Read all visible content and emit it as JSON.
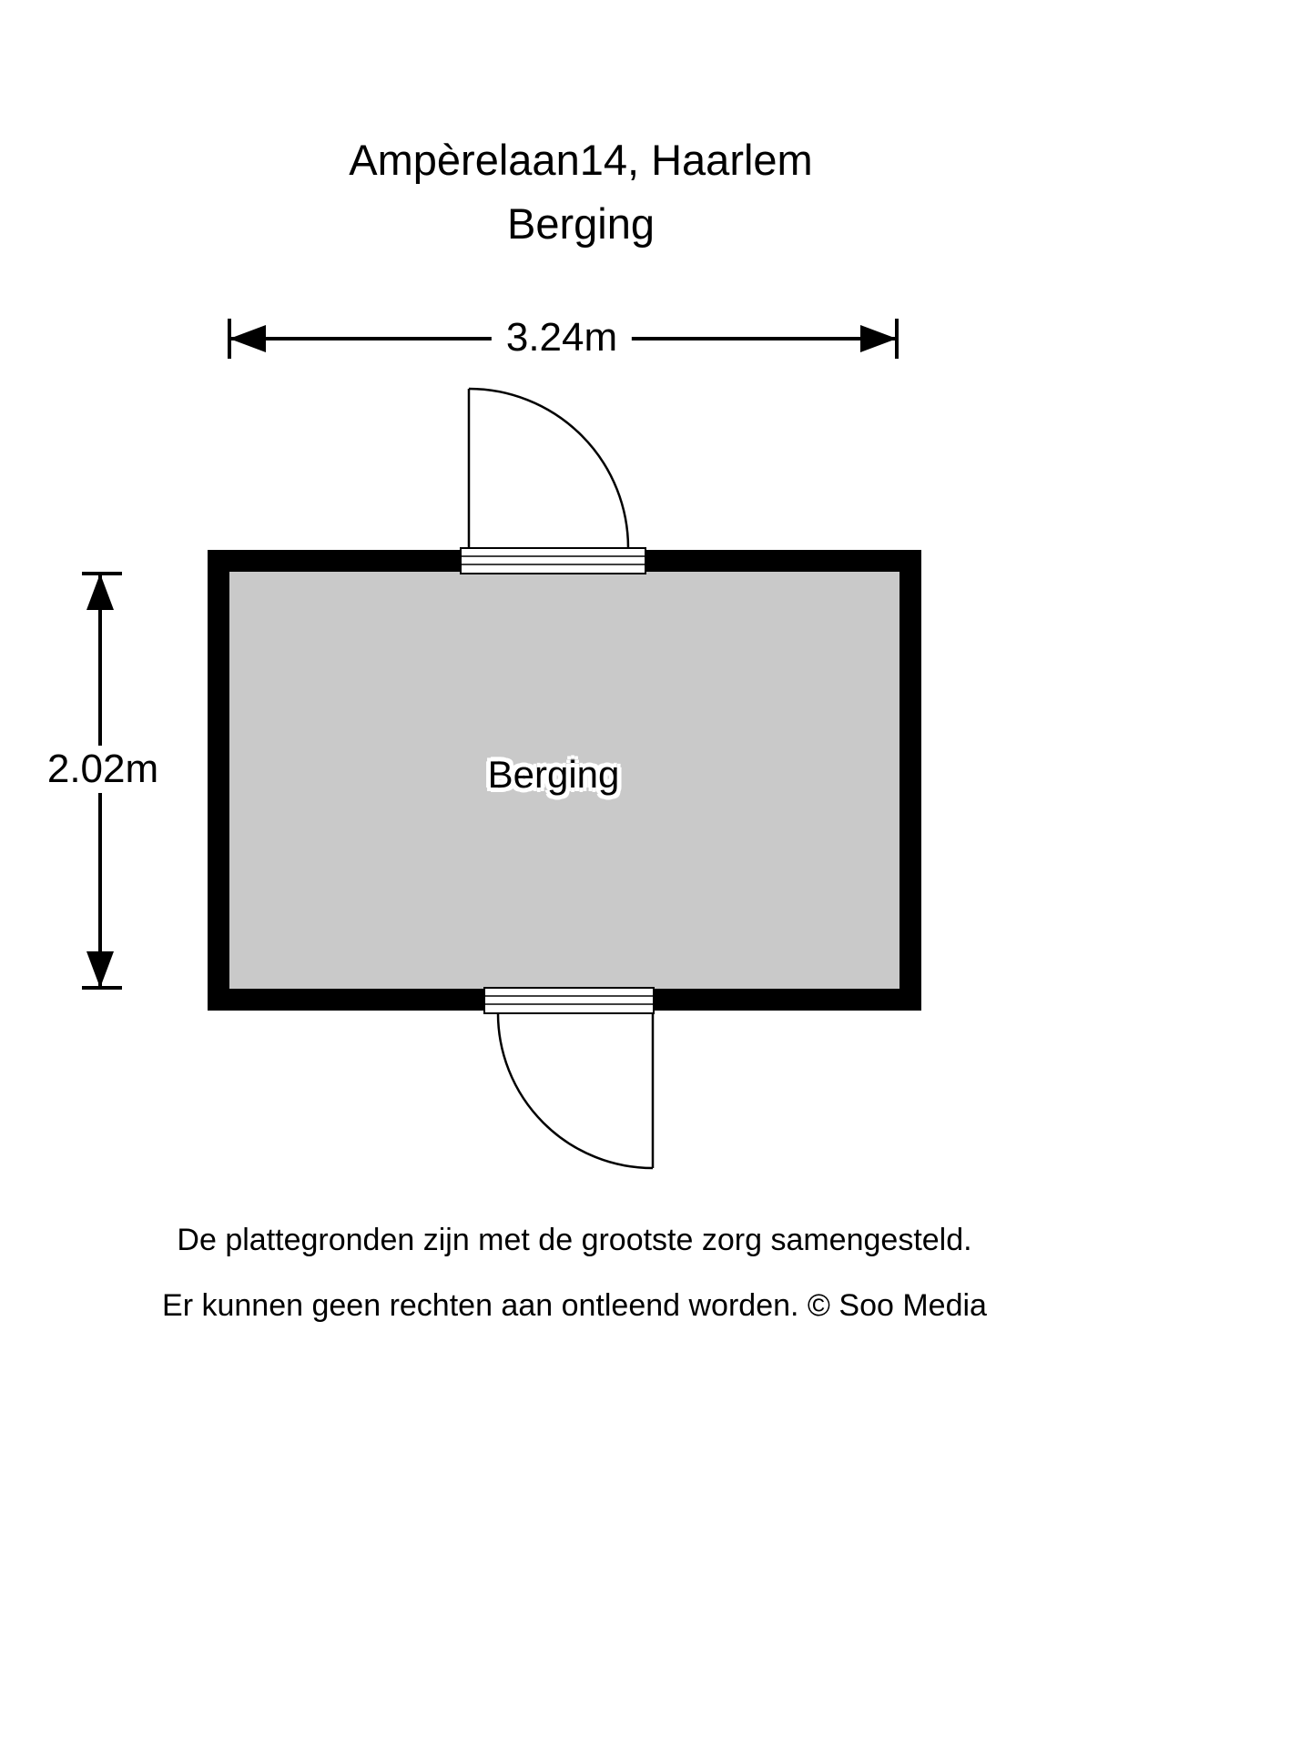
{
  "title": {
    "line1": "Ampèrelaan14, Haarlem",
    "line2": "Berging"
  },
  "dimensions": {
    "width_label": "3.24m",
    "height_label": "2.02m"
  },
  "room": {
    "label": "Berging",
    "fill_color": "#c9c9c9",
    "wall_color": "#000000"
  },
  "footer": {
    "line1": "De plattegronden zijn met de grootste zorg samengesteld.",
    "line2": "Er kunnen geen rechten aan ontleend worden. © Soo Media"
  }
}
